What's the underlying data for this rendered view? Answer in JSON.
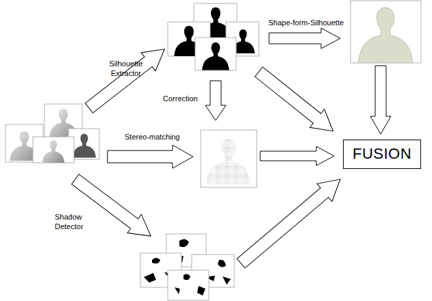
{
  "diagram": {
    "nodes": [
      {
        "text": [
          "FUSION"
        ]
      }
    ],
    "labels": [
      "Silhouette Extractor",
      "Shape-form-Silhouette",
      "Correction",
      "Stereo-matching",
      "Shadow Detector"
    ]
  }
}
